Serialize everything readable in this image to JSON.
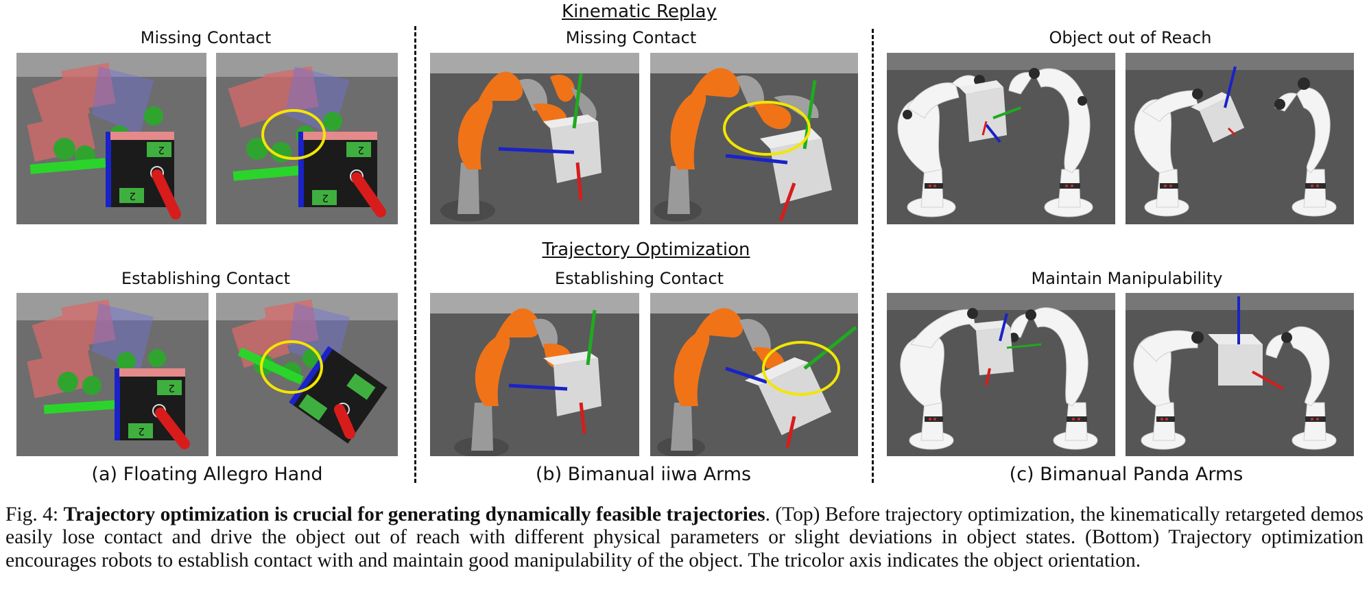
{
  "headings": {
    "kinematic_replay": "Kinematic Replay",
    "trajectory_optimization": "Trajectory Optimization"
  },
  "row_labels": {
    "a_top": "Missing Contact",
    "a_bottom": "Establishing Contact",
    "b_top": "Missing Contact",
    "b_bottom": "Establishing Contact",
    "c_top": "Object out of Reach",
    "c_bottom": "Maintain Manipulability"
  },
  "subcaptions": {
    "a": "(a) Floating Allegro Hand",
    "b": "(b) Bimanual iiwa Arms",
    "c": "(c) Bimanual Panda Arms"
  },
  "cube_markings": "2",
  "caption": {
    "prefix": "Fig. 4: ",
    "bold": "Trajectory optimization is crucial for generating dynamically feasible trajectories",
    "text": ". (Top) Before trajectory optimization, the kinematically retargeted demos easily lose contact and drive the object out of reach with different physical parameters or slight deviations in object states. (Bottom) Trajectory optimization encourages robots to establish contact with and maintain good manipulability of the object. The tricolor axis indicates the object orientation."
  },
  "colors": {
    "highlight_circle": "#f2e600",
    "axis_x": "#d81c1c",
    "axis_y": "#1faa1f",
    "axis_z": "#1a22c8",
    "iiwa_orange": "#f07318",
    "panda_white": "#f4f4f4"
  }
}
